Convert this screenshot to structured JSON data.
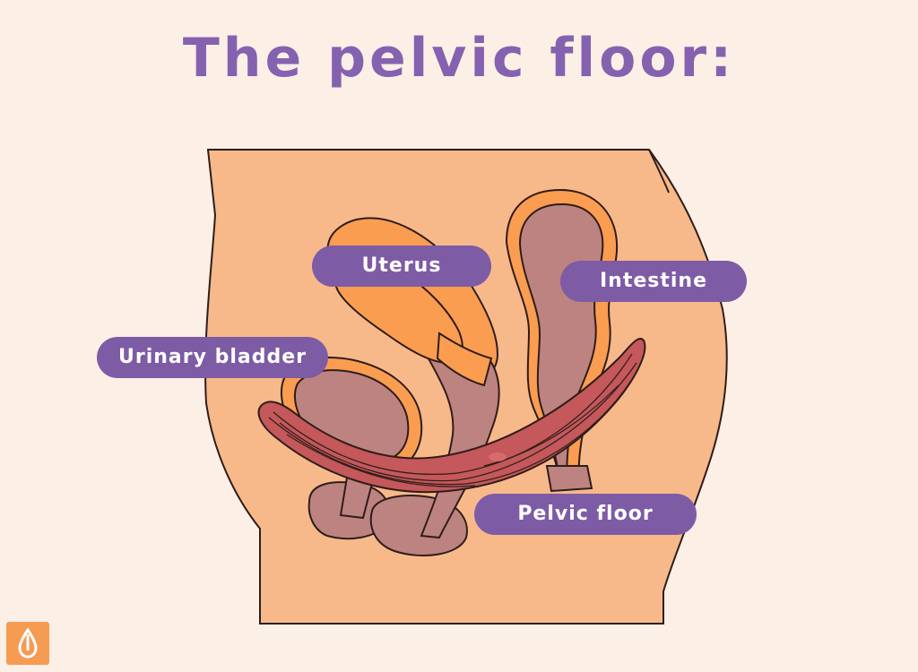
{
  "title": "The pelvic floor:",
  "labels": {
    "uterus": "Uterus",
    "intestine": "Intestine",
    "urinary_bladder": "Urinary bladder",
    "pelvic_floor": "Pelvic floor"
  },
  "colors": {
    "background": "#fcefe6",
    "title": "#8562b0",
    "label_bg": "#7e5ba5",
    "skin": "#f7b98a",
    "organ_orange": "#fa9d50",
    "organ_mauve": "#bd8380",
    "muscle": "#c4585a",
    "logo": "#f59b52"
  },
  "logo": {
    "icon": "drop-icon"
  }
}
